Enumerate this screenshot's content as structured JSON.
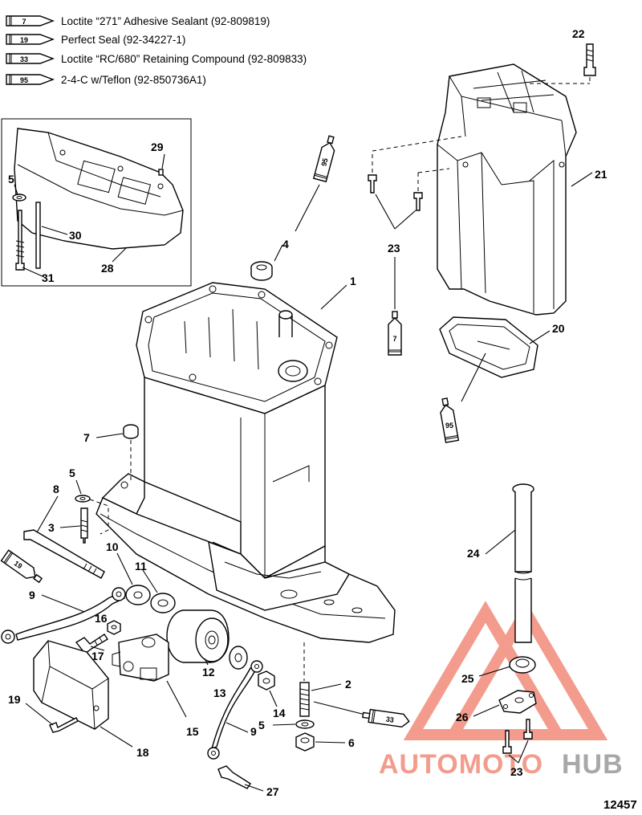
{
  "legend": [
    {
      "tube": "7",
      "text": "Loctite “271” Adhesive Sealant (92-809819)"
    },
    {
      "tube": "19",
      "text": "Perfect Seal (92-34227-1)"
    },
    {
      "tube": "33",
      "text": "Loctite “RC/680” Retaining Compound (92-809833)"
    },
    {
      "tube": "95",
      "text": "2-4-C w/Teflon (92-850736A1)"
    }
  ],
  "callouts": {
    "c1": "1",
    "c2": "2",
    "c3": "3",
    "c4": "4",
    "c5a": "5",
    "c5b": "5",
    "c5c": "5",
    "c6": "6",
    "c7": "7",
    "c8": "8",
    "c9a": "9",
    "c9b": "9",
    "c10": "10",
    "c11": "11",
    "c12": "12",
    "c13": "13",
    "c14": "14",
    "c15": "15",
    "c16": "16",
    "c17": "17",
    "c18": "18",
    "c19": "19",
    "c20": "20",
    "c21": "21",
    "c22": "22",
    "c23a": "23",
    "c23b": "23",
    "c24": "24",
    "c25": "25",
    "c26": "26",
    "c27": "27",
    "c28": "28",
    "c29": "29",
    "c30": "30",
    "c31": "31"
  },
  "tubes": {
    "t95a": "95",
    "t7": "7",
    "t95b": "95",
    "t19": "19",
    "t33": "33"
  },
  "figure_number": "12457",
  "watermark": {
    "part1": "AUTOMOTO",
    "part2": "HUB",
    "color_main": "#f28b7a",
    "color_hub": "#9a9a9a"
  }
}
